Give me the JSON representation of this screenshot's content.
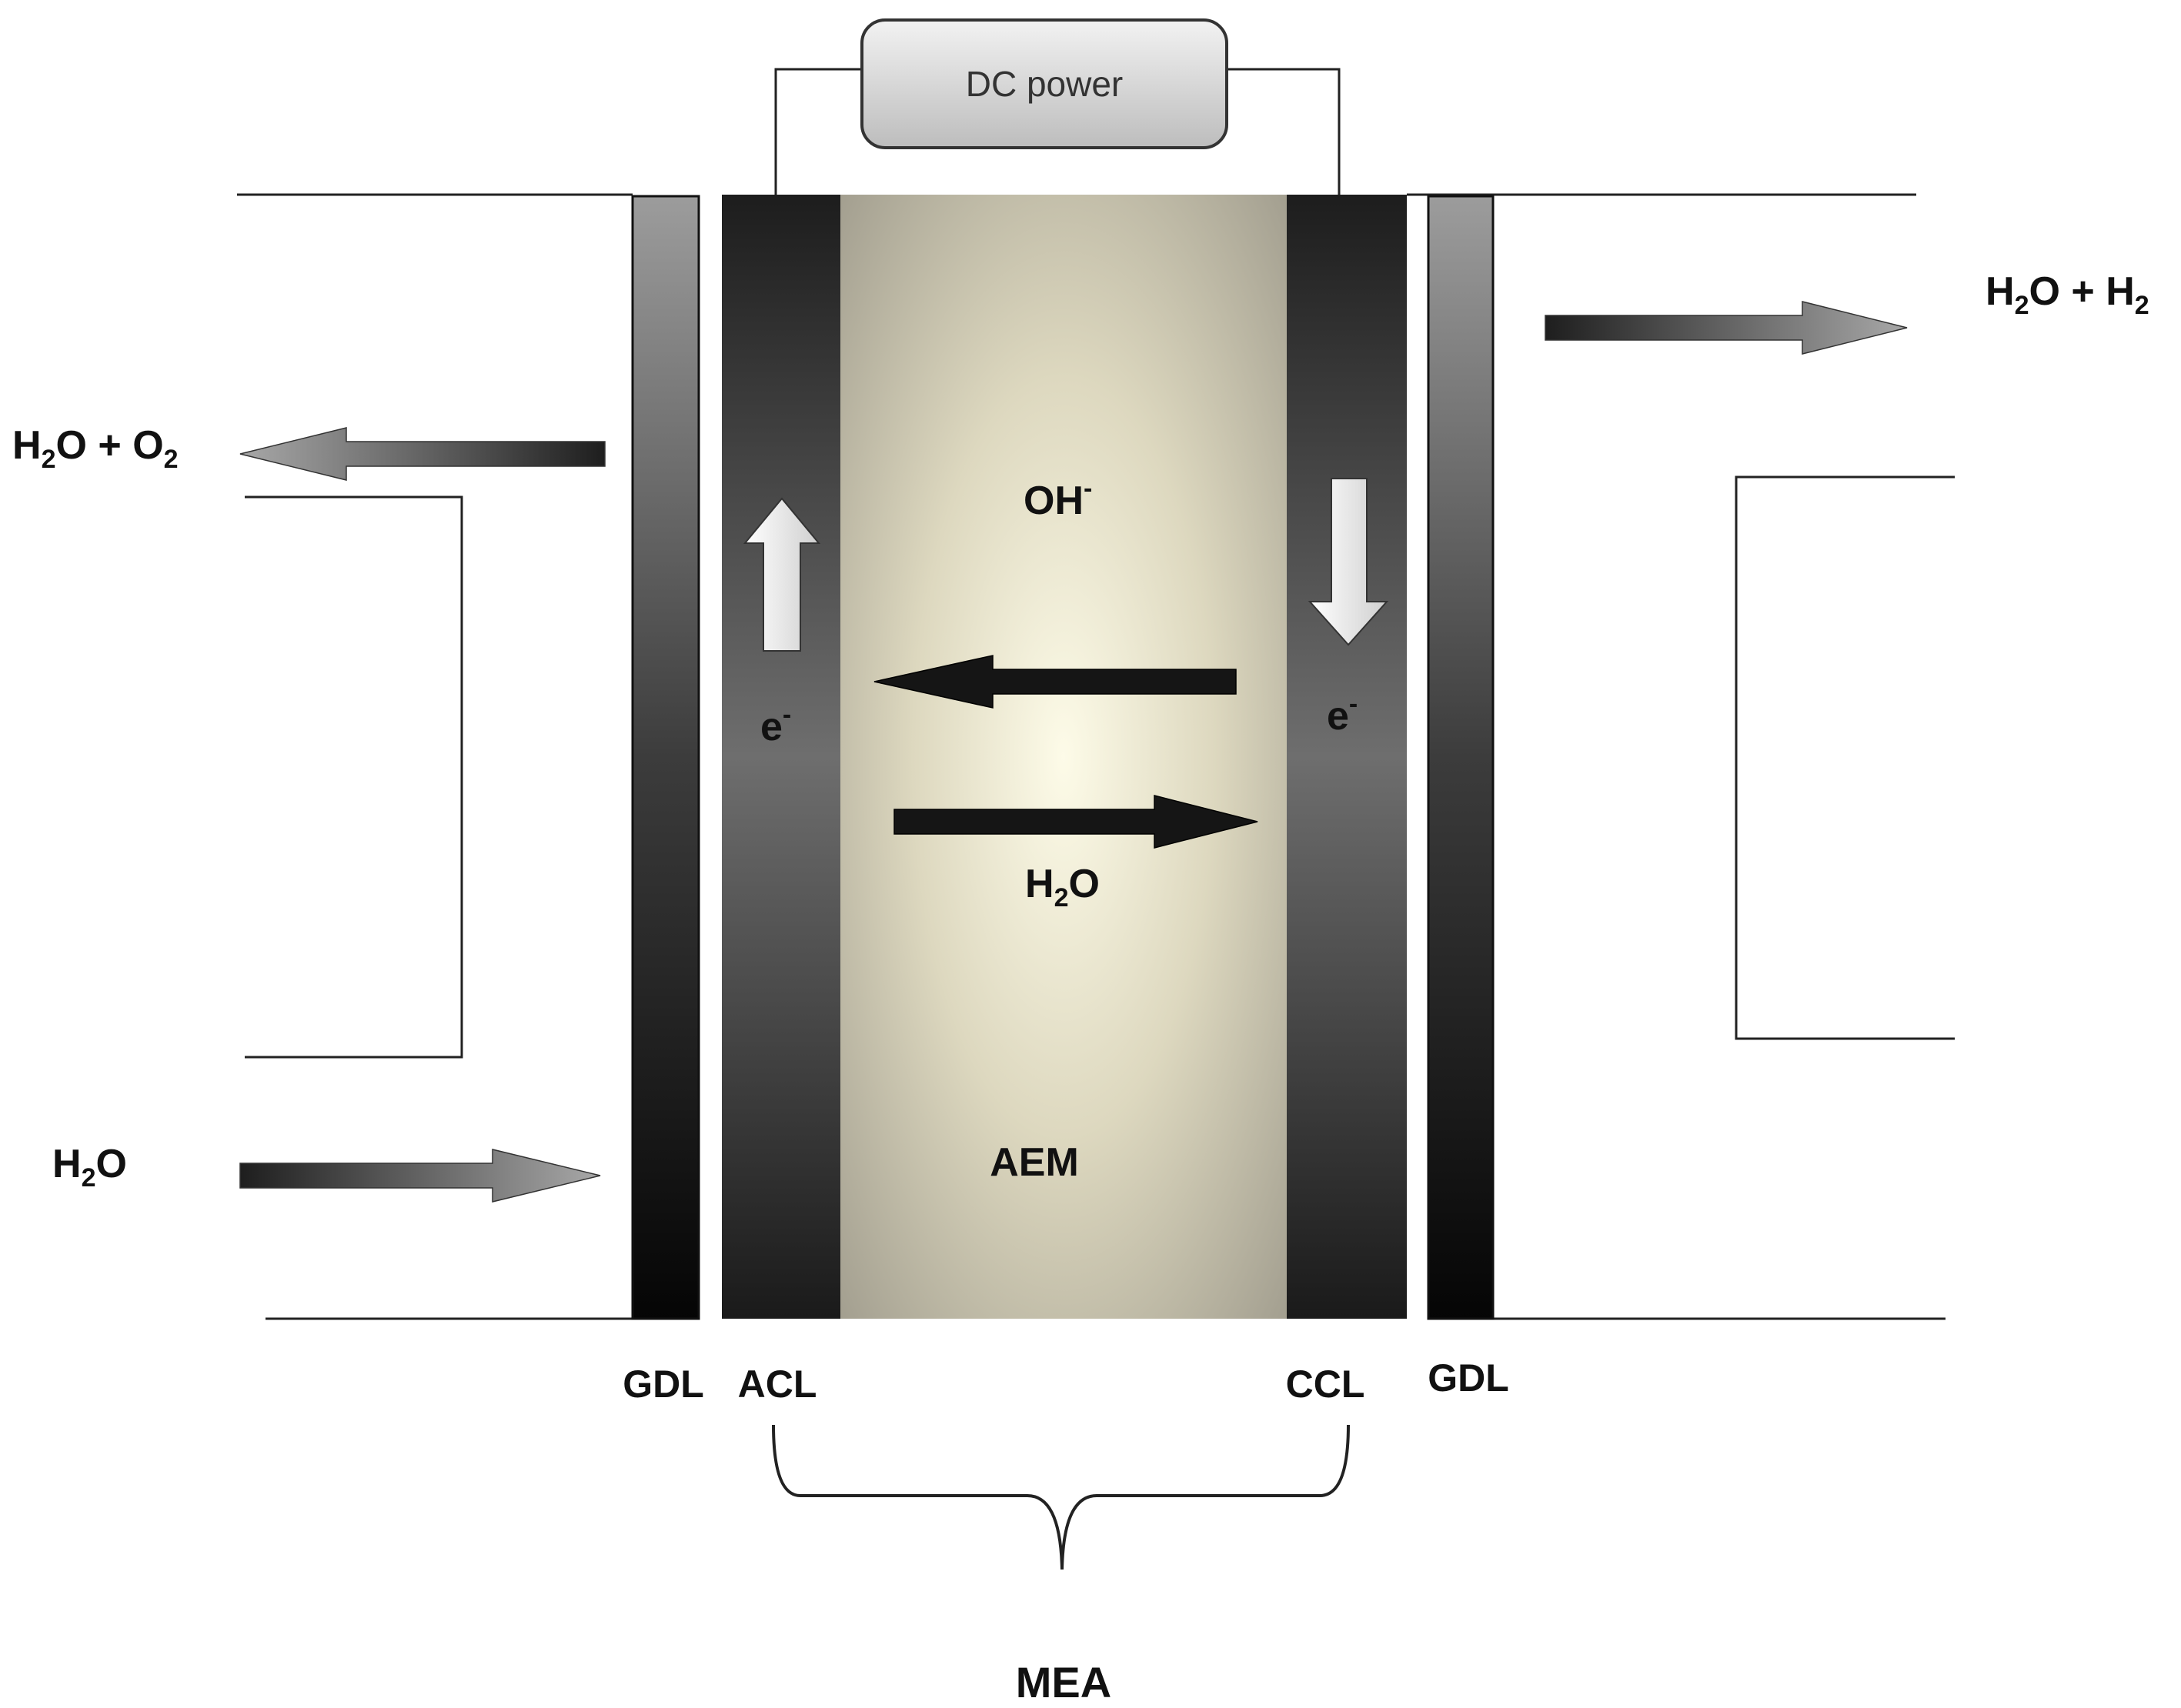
{
  "power_supply": {
    "label": "DC power"
  },
  "streams": {
    "anode_outlet": {
      "species": "H",
      "sub1": "2",
      "mid": "O + O",
      "sub2": "2"
    },
    "cathode_outlet": {
      "species": "H",
      "sub1": "2",
      "mid": "O + H",
      "sub2": "2"
    },
    "anode_inlet": {
      "species": "H",
      "sub1": "2",
      "tail": "O"
    }
  },
  "membrane": {
    "ion": "OH",
    "ion_charge": "-",
    "water": {
      "species": "H",
      "sub": "2",
      "tail": "O"
    },
    "label": "AEM"
  },
  "electrons": {
    "anode": {
      "symbol": "e",
      "charge": "-"
    },
    "cathode": {
      "symbol": "e",
      "charge": "-"
    }
  },
  "layers": {
    "gdl_left": "GDL",
    "acl": "ACL",
    "ccl": "CCL",
    "gdl_right": "GDL"
  },
  "assembly": {
    "label": "MEA"
  },
  "colors": {
    "membrane_center": "#fdfbe8",
    "membrane_edge": "#9c988a",
    "catalyst_layer": "#3a3a3a",
    "gdl_dark": "#0c0c0c",
    "gdl_light": "#9a9a9a",
    "arrow_dark": "#111111",
    "arrow_light": "#e6e6e6"
  }
}
